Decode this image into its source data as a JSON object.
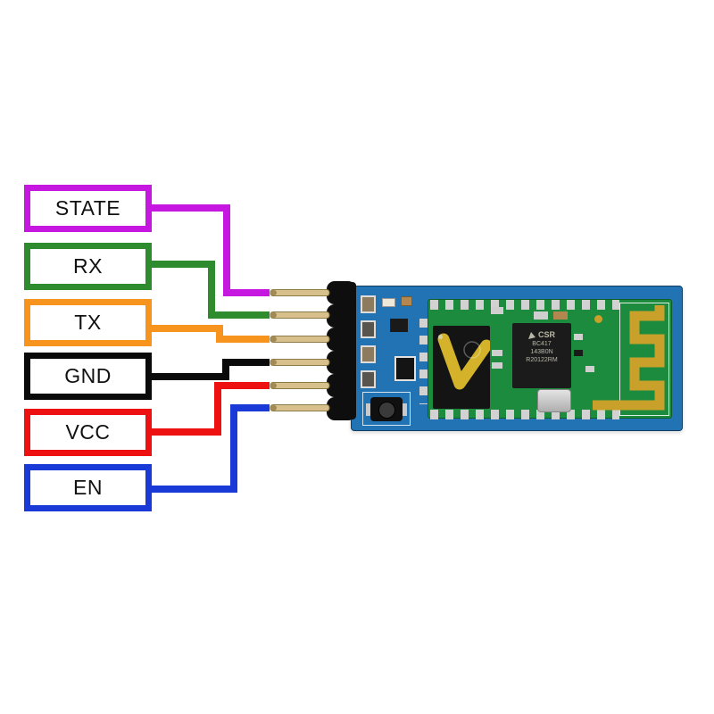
{
  "labels": [
    {
      "text": "STATE",
      "color": "#c517e0"
    },
    {
      "text": "RX",
      "color": "#2e8b2e"
    },
    {
      "text": "TX",
      "color": "#f7941e"
    },
    {
      "text": "GND",
      "color": "#0a0a0a"
    },
    {
      "text": "VCC",
      "color": "#ee1111"
    },
    {
      "text": "EN",
      "color": "#1a3ad8"
    }
  ],
  "module": {
    "chip": {
      "brand": "CSR",
      "model": "BC417",
      "line3": "143B0N",
      "line4": "R20122RM"
    },
    "colors": {
      "pcb": "#2173b4",
      "board": "#1d8b3d",
      "antenna": "#c9a02a",
      "pin": "#d8c08c",
      "header": "#0e0e0e",
      "swoosh": "#d4b32a"
    }
  }
}
